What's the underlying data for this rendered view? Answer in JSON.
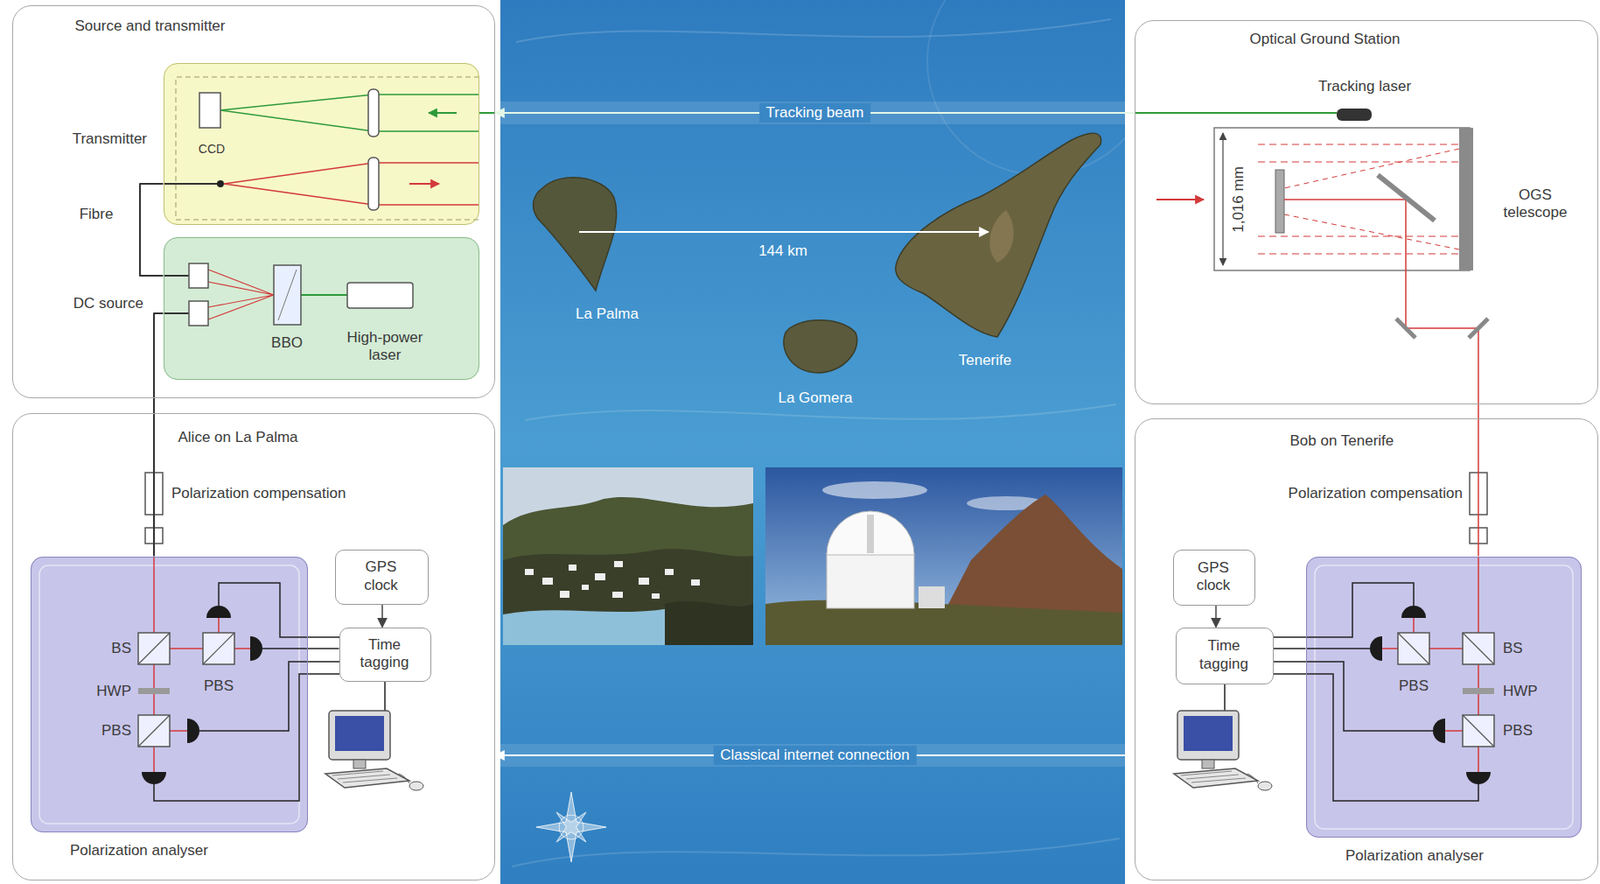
{
  "diagram": {
    "nodes": [
      {
        "text": [
          "Source and transmitter"
        ]
      },
      {
        "text": [
          "Transmitter"
        ],
        "in": 0
      },
      {
        "text": [
          "DC source"
        ],
        "in": 0
      },
      {
        "text": [
          "Alice on La Palma"
        ]
      },
      {
        "text": [
          "Polarization analyser"
        ],
        "in": 3
      },
      {
        "text": [
          "GPS clock"
        ],
        "in": 3
      },
      {
        "text": [
          "Time tagging"
        ],
        "in": 3
      },
      {
        "text": [
          "Optical Ground Station"
        ]
      },
      {
        "text": [
          "Bob on Tenerife"
        ]
      },
      {
        "text": [
          "GPS clock"
        ],
        "in": 8
      },
      {
        "text": [
          "Time tagging"
        ],
        "in": 8
      },
      {
        "text": [
          "Polarization analyser"
        ],
        "in": 8
      }
    ],
    "edges": [
      {
        "from": 2,
        "to": 1,
        "arrow": "none"
      },
      {
        "from": 2,
        "to": 4,
        "arrow": "none"
      },
      {
        "from": 5,
        "to": 6,
        "arrow": "to"
      },
      {
        "from": 4,
        "to": 6,
        "arrow": "none"
      },
      {
        "from": 7,
        "to": 0,
        "arrow": "to",
        "label": "Tracking beam"
      },
      {
        "from": 3,
        "to": 8,
        "arrow": "both",
        "label": "Classical internet connection"
      },
      {
        "from": 7,
        "to": 11,
        "arrow": "none"
      },
      {
        "from": 9,
        "to": 10,
        "arrow": "to"
      },
      {
        "from": 11,
        "to": 10,
        "arrow": "none"
      }
    ],
    "labels": [
      "CCD",
      "Fibre",
      "BBO",
      "High-power laser",
      "Polarization compensation",
      "BS",
      "HWP",
      "PBS",
      "PBS",
      "144 km",
      "La Palma",
      "La Gomera",
      "Tenerife",
      "Tracking laser",
      "1,016 mm",
      "OGS telescope",
      "Polarization compensation",
      "PBS",
      "BS",
      "HWP",
      "PBS"
    ]
  }
}
